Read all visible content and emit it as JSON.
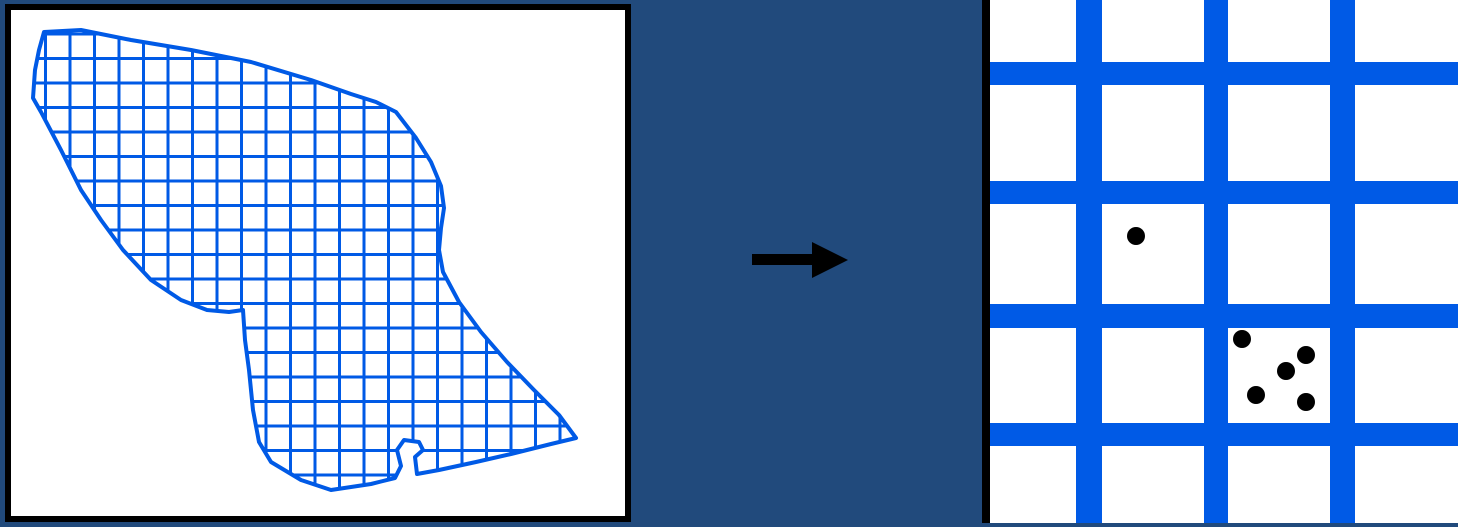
{
  "colors": {
    "background": "#214a7c",
    "grid_line": "#005ae6",
    "panel_fill": "#ffffff",
    "border": "#000000",
    "dot": "#000000",
    "arrow": "#000000"
  },
  "icons": {
    "arrow": "right-arrow-icon"
  },
  "zoom_view": {
    "columns": 4,
    "rows": 5,
    "dot_counts": [
      {
        "cell": "row-3-col-2",
        "dots": 1
      },
      {
        "cell": "row-4-col-3",
        "dots": 5
      }
    ]
  }
}
